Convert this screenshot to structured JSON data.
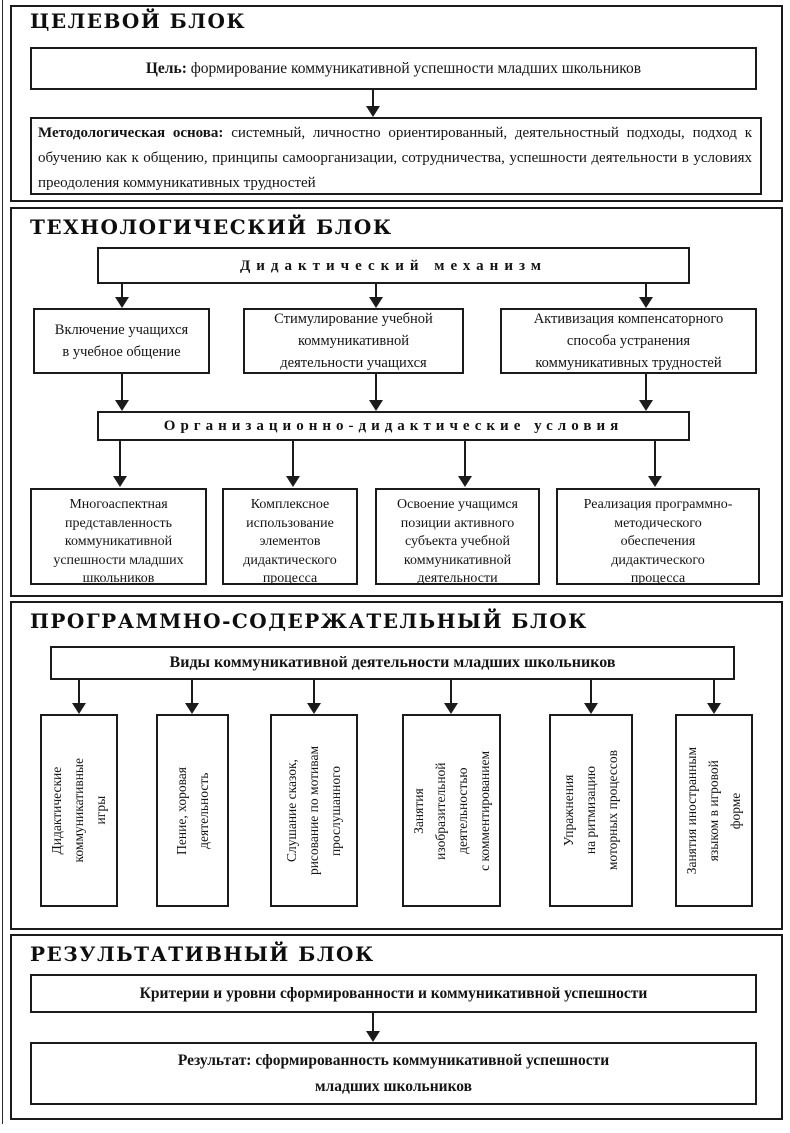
{
  "colors": {
    "ink": "#1b1b1b",
    "background": "#ffffff"
  },
  "sections": [
    {
      "title": "ЦЕЛЕВОЙ БЛОК",
      "goal_label": "Цель:",
      "goal_text": "формирование коммуникативной успешности младших школьников",
      "methodology_label": "Методологическая основа:",
      "methodology_text": "системный, личностно ориентированный, деятельностный подходы, подход к обучению как к общению, принципы самоорганизации, сотрудничества, успешности деятельности в условиях преодоления коммуникативных трудностей"
    },
    {
      "title": "ТЕХНОЛОГИЧЕСКИЙ БЛОК",
      "mechanism_title": "Дидактический механизм",
      "mechanisms": [
        "Включение учащихся\nв учебное общение",
        "Стимулирование учебной\nкоммуникативной\nдеятельности учащихся",
        "Активизация компенсаторного\nспособа устранения\nкоммуникативных трудностей"
      ],
      "conditions_title": "Организационно-дидактические условия",
      "conditions": [
        "Многоаспектная\nпредставленность\nкоммуникативной\nуспешности младших\nшкольников",
        "Комплексное\nиспользование\nэлементов\nдидактического\nпроцесса",
        "Освоение учащимся\nпозиции активного\nсубъекта учебной\nкоммуникативной\nдеятельности",
        "Реализация программно-\nметодического\nобеспечения\nдидактического\nпроцесса"
      ]
    },
    {
      "title": "ПРОГРАММНО-СОДЕРЖАТЕЛЬНЫЙ БЛОК",
      "activities_title": "Виды коммуникативной деятельности младших школьников",
      "activities": [
        "Дидактические\nкоммуникативные\nигры",
        "Пение, хоровая\nдеятельность",
        "Слушание сказок,\nрисование по мотивам\nпрослушанного",
        "Занятия\nизобразительной\nдеятельностью\nс комментированием",
        "Упражнения\nна ритмизацию\nмоторных процессов",
        "Занятия иностранным\nязыком в игровой\nформе"
      ]
    },
    {
      "title": "РЕЗУЛЬТАТИВНЫЙ БЛОК",
      "criteria_text": "Критерии и уровни сформированности и коммуникативной успешности",
      "result_label": "Результат:",
      "result_text": "сформированность коммуникативной успешности\nмладших школьников"
    }
  ]
}
